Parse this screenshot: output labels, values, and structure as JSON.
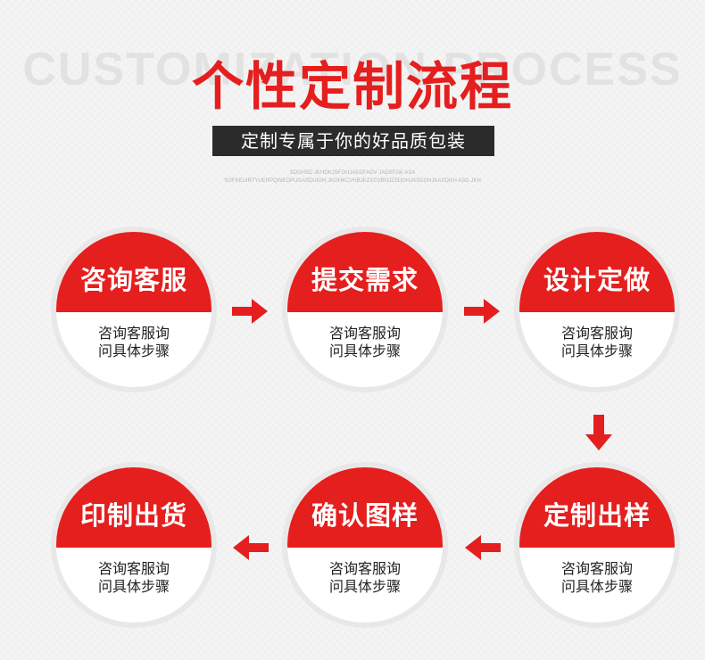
{
  "header": {
    "bg_text": "CUSTOMIZATION PROCESS",
    "title": "个性定制流程",
    "subtitle": "定制专属于你的好品质包装",
    "tiny_line1": "SDGHSD JKHDKJSFGHJAKDFAGV JADSFGK ASA",
    "tiny_line2": "SGFKEUIRTYUERPQWEOPUGASDUIGH JKGHKCVHBJKZXCVBNJZSDGHJASDGHJKASDGH ASG JKH"
  },
  "colors": {
    "accent_red": "#e51e1e",
    "bar_dark": "#2b2b2b"
  },
  "steps": [
    {
      "title": "咨询客服",
      "desc_line1": "咨询客服询",
      "desc_line2": "问具体步骤"
    },
    {
      "title": "提交需求",
      "desc_line1": "咨询客服询",
      "desc_line2": "问具体步骤"
    },
    {
      "title": "设计定做",
      "desc_line1": "咨询客服询",
      "desc_line2": "问具体步骤"
    },
    {
      "title": "定制出样",
      "desc_line1": "咨询客服询",
      "desc_line2": "问具体步骤"
    },
    {
      "title": "确认图样",
      "desc_line1": "咨询客服询",
      "desc_line2": "问具体步骤"
    },
    {
      "title": "印制出货",
      "desc_line1": "咨询客服询",
      "desc_line2": "问具体步骤"
    }
  ],
  "arrows": [
    "arrow-right-icon",
    "arrow-right-icon",
    "arrow-down-icon",
    "arrow-left-icon",
    "arrow-left-icon"
  ]
}
